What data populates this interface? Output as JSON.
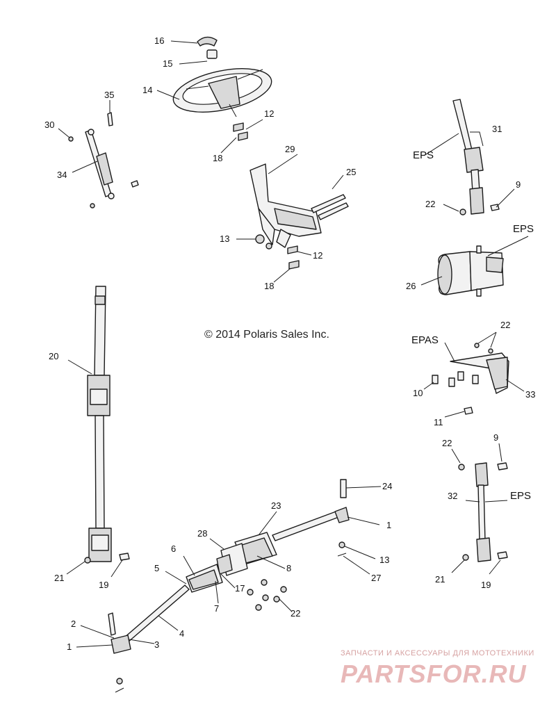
{
  "copyright": "© 2014 Polaris Sales Inc.",
  "watermark": {
    "tagline": "ЗАПЧАСТИ И АКСЕССУАРЫ ДЛЯ МОТОТЕХНИКИ",
    "brand": "PARTSFOR.RU",
    "color": "#e8b8b8"
  },
  "tags": {
    "eps_shaft_upper": "EPS",
    "eps_motor": "EPS",
    "epas_bracket": "EPAS",
    "eps_shaft_lower": "EPS"
  },
  "callouts": {
    "c16": "16",
    "c15": "15",
    "c14": "14",
    "c35": "35",
    "c30": "30",
    "c34": "34",
    "c12a": "12",
    "c18a": "18",
    "c29": "29",
    "c25": "25",
    "c13a": "13",
    "c12b": "12",
    "c18b": "18",
    "c31": "31",
    "c9a": "9",
    "c22a": "22",
    "c26": "26",
    "c20": "20",
    "c22b": "22",
    "c10": "10",
    "c33": "33",
    "c11": "11",
    "c22c": "22",
    "c9b": "9",
    "c32": "32",
    "c21a": "21",
    "c19a": "19",
    "c24": "24",
    "c23": "23",
    "c1a": "1",
    "c28": "28",
    "c6": "6",
    "c5": "5",
    "c8": "8",
    "c13b": "13",
    "c27": "27",
    "c17": "17",
    "c7": "7",
    "c22d": "22",
    "c21b": "21",
    "c19b": "19",
    "c4": "4",
    "c2": "2",
    "c1b": "1",
    "c3": "3"
  }
}
